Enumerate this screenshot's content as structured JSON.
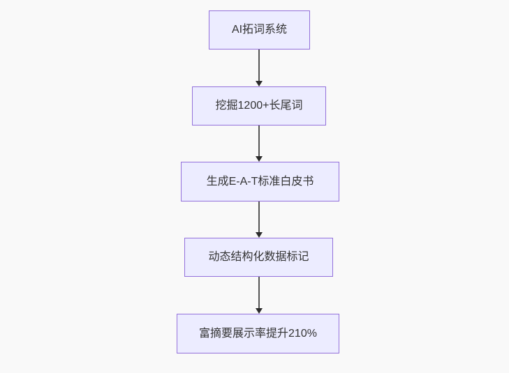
{
  "diagram": {
    "type": "flowchart",
    "direction": "top-down",
    "colors": {
      "background": "#f9f9f9",
      "node_fill": "#ECECFF",
      "node_border": "#9370DB",
      "node_text": "#333333",
      "arrow_line": "#555555",
      "arrow_head": "#2b2b2b"
    },
    "nodes": [
      {
        "id": "n1",
        "label": "AI拓词系统"
      },
      {
        "id": "n2",
        "label": "挖掘1200+长尾词"
      },
      {
        "id": "n3",
        "label": "生成E-A-T标准白皮书"
      },
      {
        "id": "n4",
        "label": "动态结构化数据标记"
      },
      {
        "id": "n5",
        "label": "富摘要展示率提升210%"
      }
    ],
    "edges": [
      {
        "from": "AI拓词系统",
        "to": "挖掘1200+长尾词"
      },
      {
        "from": "挖掘1200+长尾词",
        "to": "生成E-A-T标准白皮书"
      },
      {
        "from": "生成E-A-T标准白皮书",
        "to": "动态结构化数据标记"
      },
      {
        "from": "动态结构化数据标记",
        "to": "富摘要展示率提升210%"
      }
    ]
  }
}
